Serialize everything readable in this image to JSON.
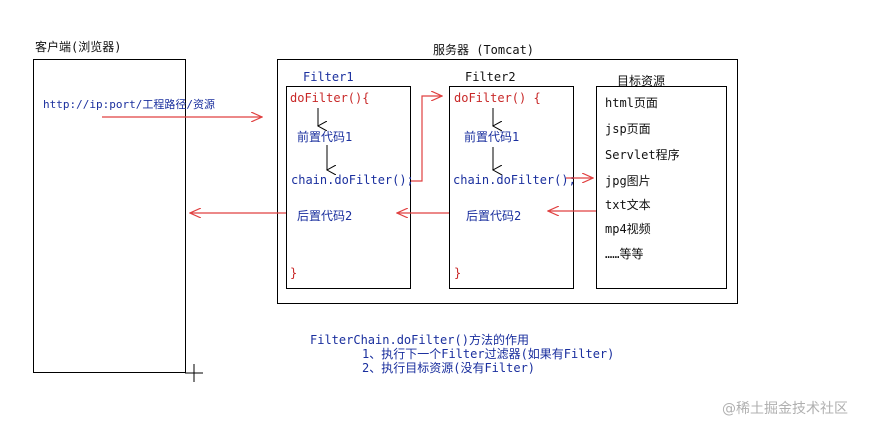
{
  "client": {
    "title": "客户端(浏览器)",
    "url_label": "http://ip:port/工程路径/资源"
  },
  "server": {
    "title": "服务器  (Tomcat)"
  },
  "filter1": {
    "title": "Filter1",
    "open": "doFilter(){",
    "pre": "前置代码1",
    "call": "chain.doFilter();",
    "post": "后置代码2",
    "close": "}"
  },
  "filter2": {
    "title": "Filter2",
    "open": "doFilter() {",
    "pre": "前置代码1",
    "call": "chain.doFilter();",
    "post": "后置代码2",
    "close": "}"
  },
  "resources": {
    "title": "目标资源",
    "items": [
      "html页面",
      "jsp页面",
      "Servlet程序",
      "jpg图片",
      "txt文本",
      "mp4视频",
      "……等等"
    ]
  },
  "notes": {
    "title": "FilterChain.doFilter()方法的作用",
    "line1": "1、执行下一个Filter过滤器(如果有Filter)",
    "line2": "2、执行目标资源(没有Filter)"
  },
  "watermark": "@稀土掘金技术社区",
  "colors": {
    "arrow": "#e04040",
    "blue_text": "#1a2f9e",
    "red_text": "#c82828"
  }
}
